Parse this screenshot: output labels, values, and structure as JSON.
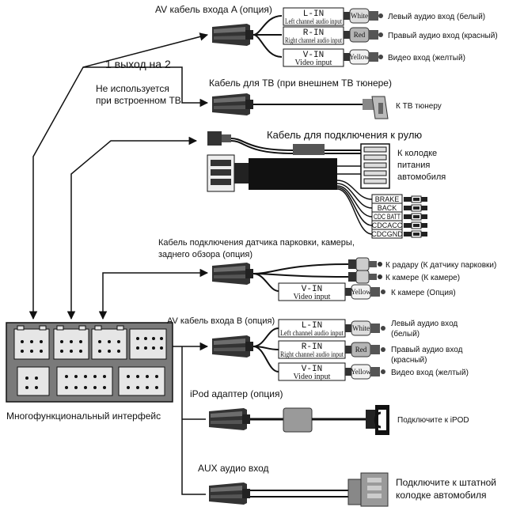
{
  "labels": {
    "av_input_a": "AV кабель входа A (опция)",
    "one_out_two": "1 выход на  2",
    "not_used_1": "Не используется",
    "not_used_2": "при встроенном ТВ",
    "tv_cable": "Кабель для ТВ (при внешнем ТВ тюнере)",
    "to_tv_tuner": "К ТВ тюнеру",
    "wheel_cable": "Кабель для подключения к рулю",
    "power_block_1": "К колодке",
    "power_block_2": "питания",
    "power_block_3": "автомобиля",
    "parking_cable_1": "Кабель подключения датчика парковки, камеры,",
    "parking_cable_2": "заднего обзора (опция)",
    "av_input_b": "AV кабель входа B (опция)",
    "ipod_adapter": "iPod адаптер (опция)",
    "connect_ipod": "Подключите к iPOD",
    "aux_input": "AUX аудио вход",
    "connect_std_1": "Подключите к штатной",
    "connect_std_2": "колодке автомобиля",
    "multi_interface": "Многофункциональный интерфейс"
  },
  "av_a": [
    {
      "title": "L-IN",
      "sub": "Left channel audio input",
      "color_name": "White",
      "desc": "Левый аудио вход (белый)",
      "plug_color": "#e8e8e8"
    },
    {
      "title": "R-IN",
      "sub": "Right channel audio input",
      "color_name": "Red",
      "desc": "Правый аудио вход (красный)",
      "plug_color": "#bdbdbd"
    },
    {
      "title": "V-IN",
      "sub": "Video input",
      "color_name": "Yellow",
      "desc": "Видео вход (желтый)",
      "plug_color": "#f4f4f4"
    }
  ],
  "wheel_wires": [
    "BRAKE",
    "BACK",
    "CDC BATT",
    "CDCACC",
    "CDCGND"
  ],
  "parking": {
    "to_radar": "К радару (К датчику парковки)",
    "to_camera": "К камере (К камере)",
    "vin_title": "V-IN",
    "vin_sub": "Video input",
    "vin_color": "Yellow",
    "to_camera_opt": "К камере  (Опция)"
  },
  "av_b": [
    {
      "title": "L-IN",
      "sub": "Left channel audio input",
      "color_name": "White",
      "desc1": "Левый аудио вход",
      "desc2": "(белый)"
    },
    {
      "title": "R-IN",
      "sub": "Right channel audio input",
      "color_name": "Red",
      "desc1": "Правый аудио вход",
      "desc2": "(красный)"
    },
    {
      "title": "V-IN",
      "sub": "Video input",
      "color_name": "Yellow",
      "desc1": "Видео вход (желтый)",
      "desc2": ""
    }
  ],
  "colors": {
    "line": "#111111",
    "cable_body": "#3a3a3a",
    "cable_light": "#6d6d6d",
    "module_bg": "#7a7a7a",
    "socket_bg": "#e6e6e6",
    "plug_red": "#b5b5b5"
  }
}
